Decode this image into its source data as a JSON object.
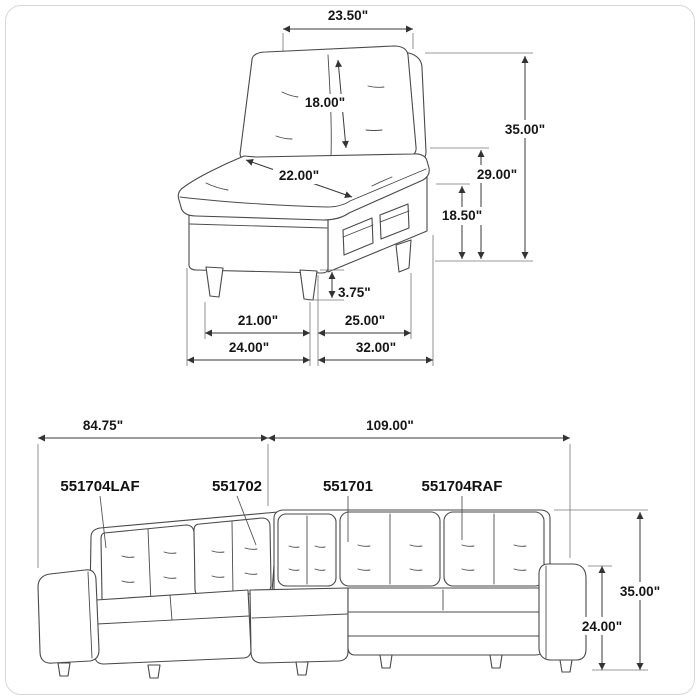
{
  "chair_diagram": {
    "dims": {
      "top_width": "23.50\"",
      "back_cushion_height": "18.00\"",
      "seat_cushion_depth": "22.00\"",
      "overall_height": "35.00\"",
      "back_height": "29.00\"",
      "seat_height": "18.50\"",
      "leg_height": "3.75\"",
      "seat_width": "21.00\"",
      "inner_depth": "25.00\"",
      "overall_width": "24.00\"",
      "overall_depth": "32.00\""
    }
  },
  "sectional_diagram": {
    "part_labels": [
      "551704LAF",
      "551702",
      "551701",
      "551704RAF"
    ],
    "dims": {
      "left_length": "84.75\"",
      "right_length": "109.00\"",
      "overall_height": "35.00\"",
      "arm_height": "24.00\""
    }
  }
}
